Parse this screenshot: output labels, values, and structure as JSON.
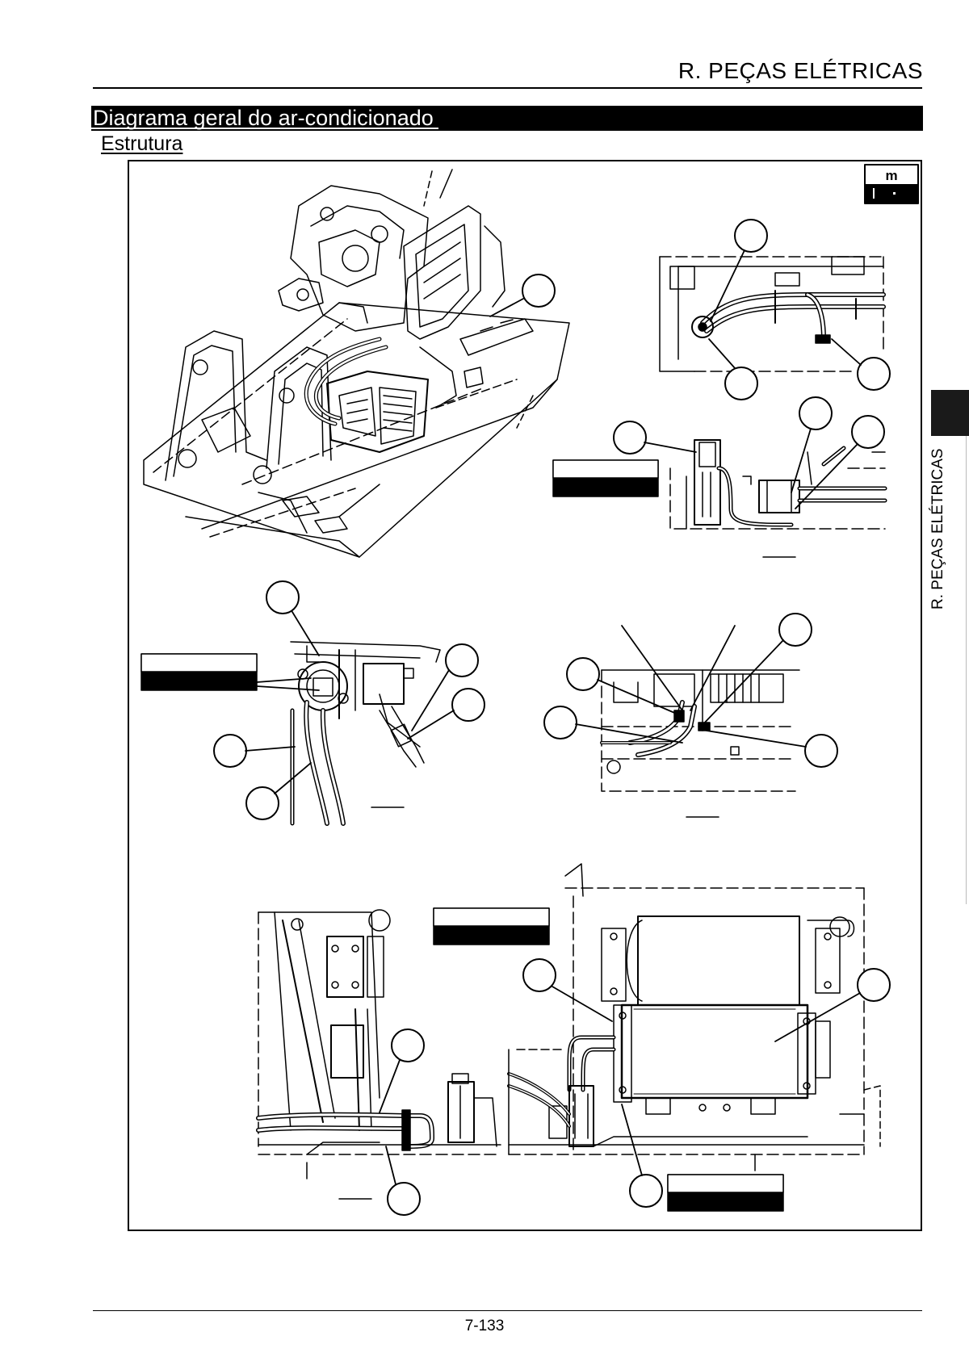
{
  "header": {
    "title": "R. PEÇAS ELÉTRICAS"
  },
  "section": {
    "title": "Diagrama geral do ar-condicionado",
    "subtitle": "Estrutura"
  },
  "figure": {
    "corner_tag_text": "m"
  },
  "side_tab": {
    "label": "R. PEÇAS ELÉTRICAS"
  },
  "footer": {
    "page_number": "7-133"
  }
}
